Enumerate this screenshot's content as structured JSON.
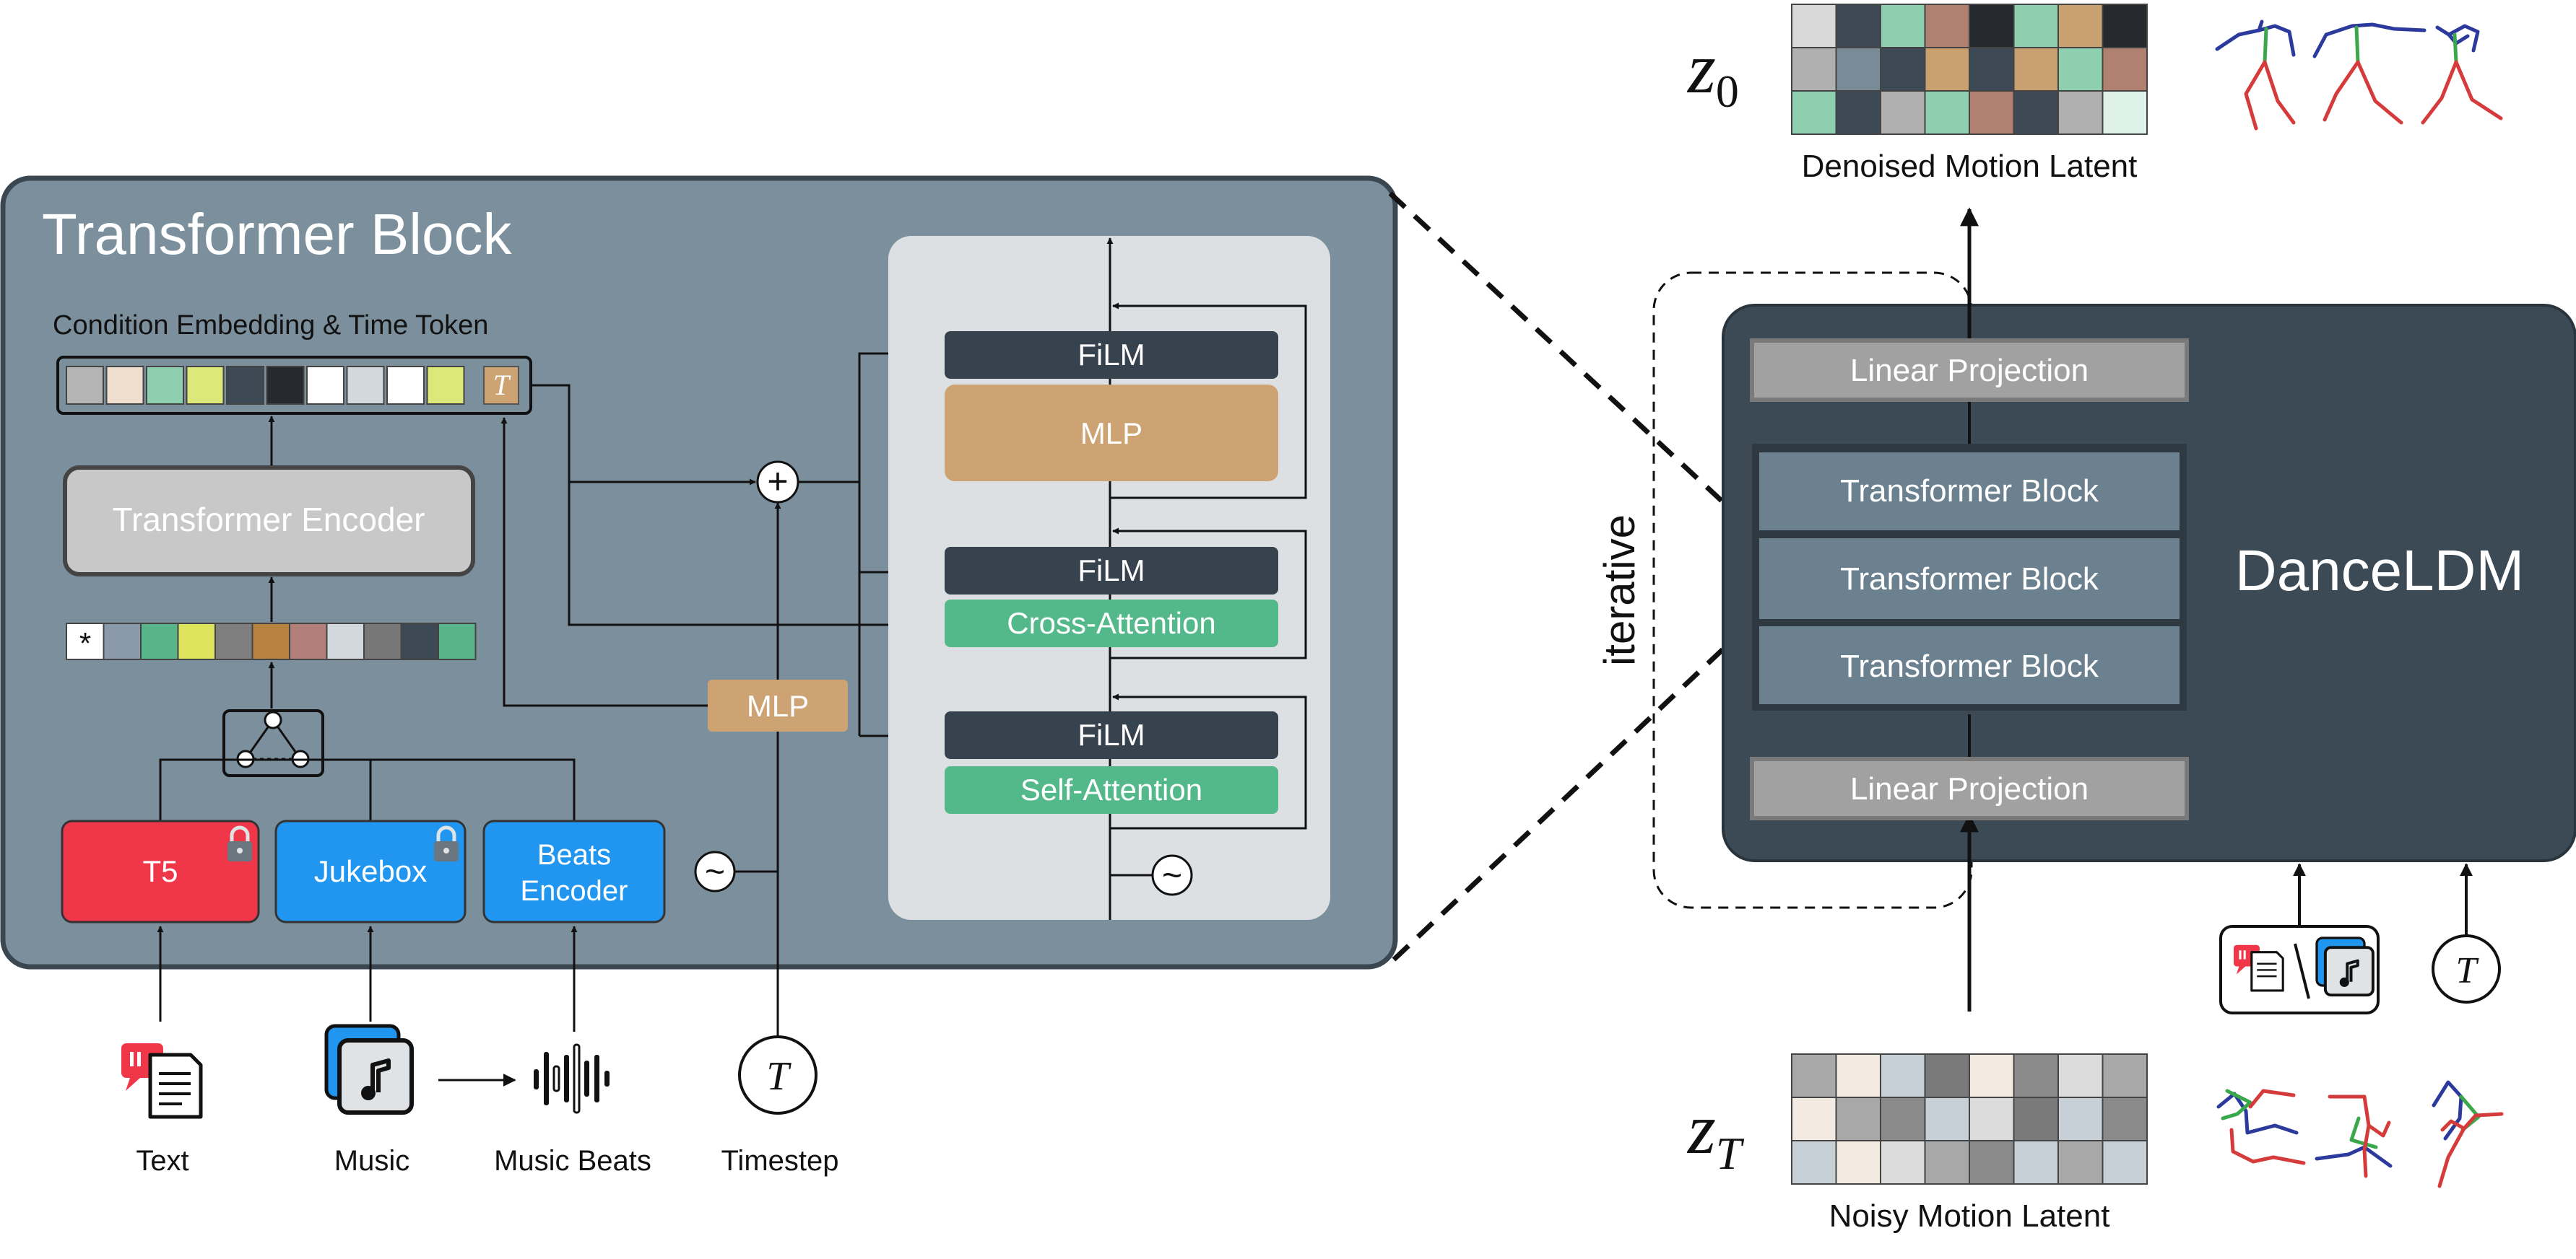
{
  "transformer_block": {
    "title": "Transformer Block",
    "condition_label": "Condition Embedding & Time Token",
    "time_token": "T",
    "encoder_label": "Transformer Encoder",
    "input_token_star": "*",
    "t5_label": "T5",
    "jukebox_label": "Jukebox",
    "beats_encoder_line1": "Beats",
    "beats_encoder_line2": "Encoder",
    "mlp_label": "MLP",
    "film_label": "FiLM",
    "inner_mlp_label": "MLP",
    "cross_attention_label": "Cross-Attention",
    "self_attention_label": "Self-Attention",
    "plus_symbol": "+",
    "sine_symbol": "~",
    "cond_token_colors": [
      "#b5b5b5",
      "#efdfcf",
      "#8ecfb0",
      "#dde87a",
      "#3d4a55",
      "#262a2f",
      "#ffffff",
      "#d2d9de",
      "#ffffff",
      "#dde87a"
    ],
    "input_token_colors": [
      "#ffffff",
      "#8a9aaa",
      "#58b58a",
      "#dde35c",
      "#7f7f7f",
      "#b88340",
      "#b38079",
      "#d3d8dc",
      "#777777",
      "#3d4a55",
      "#58b58a"
    ]
  },
  "inputs": {
    "text_label": "Text",
    "music_label": "Music",
    "beats_label": "Music Beats",
    "timestep_label": "Timestep",
    "timestep_symbol": "T"
  },
  "dance_ldm": {
    "title": "DanceLDM",
    "linear_projection_top": "Linear Projection",
    "linear_projection_bottom": "Linear Projection",
    "transformer_blocks": [
      "Transformer Block",
      "Transformer Block",
      "Transformer Block"
    ],
    "iterative_label": "iterative",
    "time_symbol": "T"
  },
  "latents": {
    "z0_symbol": "z",
    "z0_sub": "0",
    "zT_symbol": "z",
    "zT_sub": "T",
    "denoised_label": "Denoised Motion Latent",
    "noisy_label": "Noisy Motion Latent",
    "denoised_grid_colors": [
      [
        "#d9d9d9",
        "#3d4a55",
        "#8ecfb0",
        "#b08070",
        "#262a2f",
        "#8ecfb0",
        "#c9a070",
        "#262a2f"
      ],
      [
        "#b0b0b0",
        "#7a8b98",
        "#3d4a55",
        "#c9a070",
        "#3d4a55",
        "#c9a070",
        "#8ecfb0",
        "#b08070"
      ],
      [
        "#8ecfb0",
        "#3d4a55",
        "#b0b0b0",
        "#8ecfb0",
        "#b08070",
        "#3d4a55",
        "#b0b0b0",
        "#dff2ea"
      ]
    ],
    "noisy_grid_colors": [
      [
        "#a8a8a8",
        "#f3ebe2",
        "#c6d0d6",
        "#7a7a7a",
        "#f3ebe2",
        "#8a8a8a",
        "#dcdcdc",
        "#a8a8a8"
      ],
      [
        "#f3ebe2",
        "#a8a8a8",
        "#8a8a8a",
        "#c6d0d6",
        "#dcdcdc",
        "#7a7a7a",
        "#c6d0d6",
        "#8a8a8a"
      ],
      [
        "#c6d0d6",
        "#f3ebe2",
        "#dcdcdc",
        "#a8a8a8",
        "#8a8a8a",
        "#c6d0d6",
        "#a8a8a8",
        "#c6d0d6"
      ]
    ]
  },
  "colors": {
    "transformer_panel": "#7b8f9c",
    "inner_panel": "#dde0e3",
    "dark_slate": "#36434e",
    "mlp_tan": "#cda373",
    "attention_green": "#54b98a",
    "t5_red": "#f0374a",
    "jukebox_blue": "#2196f0",
    "ldm_panel": "#3c4a55",
    "block_slate": "#6c818f",
    "projection_gray": "#a1a1a1"
  }
}
